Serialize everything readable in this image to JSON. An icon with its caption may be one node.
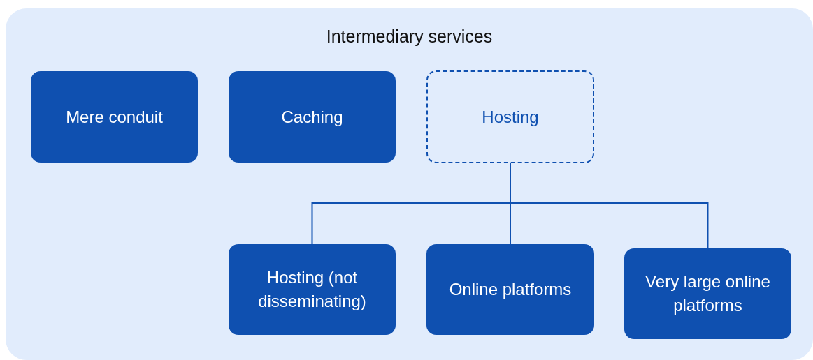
{
  "diagram": {
    "nodes": [
      {
        "text": [
          "Intermediary services"
        ]
      },
      {
        "text": [
          "Mere conduit"
        ],
        "in": 0
      },
      {
        "text": [
          "Caching"
        ],
        "in": 0
      },
      {
        "text": [
          "Hosting"
        ],
        "in": 0
      },
      {
        "text": [
          "Hosting (not disseminating)"
        ],
        "in": 0
      },
      {
        "text": [
          "Online platforms"
        ],
        "in": 0
      },
      {
        "text": [
          "Very large online platforms"
        ],
        "in": 0
      }
    ],
    "edges": [
      {
        "from": 3,
        "to": 4,
        "arrow": "none"
      },
      {
        "from": 3,
        "to": 5,
        "arrow": "none"
      },
      {
        "from": 3,
        "to": 6,
        "arrow": "none"
      }
    ]
  }
}
